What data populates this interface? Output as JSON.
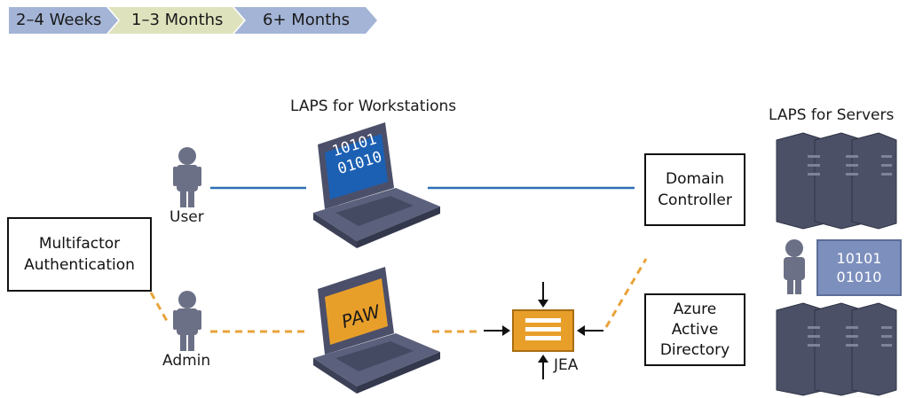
{
  "timeline": {
    "phases": [
      {
        "label": "2–4 Weeks",
        "color": "#a3b4d6"
      },
      {
        "label": "1–3 Months",
        "color": "#dfe3bd"
      },
      {
        "label": "6+ Months",
        "color": "#a3b4d6"
      }
    ]
  },
  "diagram": {
    "laps_workstations": "LAPS for Workstations",
    "laps_servers": "LAPS for Servers",
    "user_label": "User",
    "admin_label": "Admin",
    "mfa_line1": "Multifactor",
    "mfa_line2": "Authentication",
    "dc_line1": "Domain",
    "dc_line2": "Controller",
    "aad_line1": "Azure",
    "aad_line2": "Active",
    "aad_line3": "Directory",
    "jea_label": "JEA",
    "paw_screen_text": "PAW",
    "laptop_screen_line1": "10101",
    "laptop_screen_line2": "01010",
    "server_box_line1": "10101",
    "server_box_line2": "01010"
  },
  "colors": {
    "blue_line": "#2f6fb5",
    "orange_line": "#e8a33a",
    "laptop_body": "#4b4f69",
    "laptop_screen_blue": "#1c60b3",
    "paw_screen": "#e89f2a",
    "person": "#6b7086",
    "server": "#4b5066"
  }
}
